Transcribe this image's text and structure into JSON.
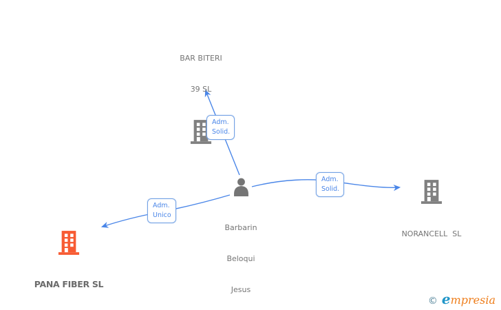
{
  "diagram": {
    "nodes": {
      "bar_biteri": {
        "type": "company",
        "line1": "BAR BITERI",
        "line2": "39 SL"
      },
      "barbarin": {
        "type": "person",
        "line1": "Barbarin",
        "line2": "Beloqui",
        "line3": "Jesus"
      },
      "norancell": {
        "type": "company",
        "label": "NORANCELL  SL"
      },
      "pana_fiber": {
        "type": "company",
        "label": "PANA FIBER SL"
      }
    },
    "edge_labels": {
      "top": {
        "line1": "Adm.",
        "line2": "Solid."
      },
      "right": {
        "line1": "Adm.",
        "line2": "Solid."
      },
      "left": {
        "line1": "Adm.",
        "line2": "Unico"
      }
    },
    "colors": {
      "edge": "#4a86e8",
      "edge_label_text": "#4a86e8",
      "edge_label_border": "#74a2e4",
      "company_icon": "#808080",
      "highlight_icon": "#f75b33",
      "node_text": "#757575"
    }
  },
  "footer": {
    "copyright": "©",
    "brand_initial": "e",
    "brand_rest": "mpresia"
  }
}
